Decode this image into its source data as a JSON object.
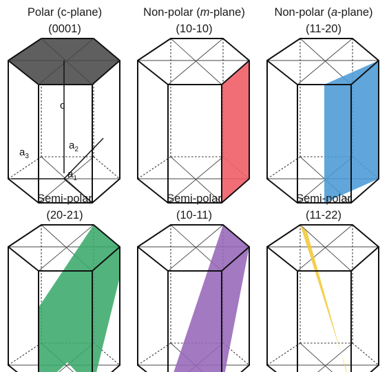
{
  "panels": [
    {
      "key": "c",
      "title_pre": "Polar (c-plane)",
      "title_ital": "",
      "title_post": "",
      "index": "(0001)",
      "color": "#5f5f5f"
    },
    {
      "key": "m",
      "title_pre": "Non-polar (",
      "title_ital": "m",
      "title_post": "-plane)",
      "index": "(10-10)",
      "color": "#ef5a63"
    },
    {
      "key": "a",
      "title_pre": "Non-polar (",
      "title_ital": "a",
      "title_post": "-plane)",
      "index": "(11-20)",
      "color": "#4a9ad6"
    },
    {
      "key": "s1",
      "title_pre": "Semi-polar",
      "title_ital": "",
      "title_post": "",
      "index": "(20-21)",
      "color": "#3aaa6a"
    },
    {
      "key": "s2",
      "title_pre": "Semi-polar",
      "title_ital": "",
      "title_post": "",
      "index": "(10-11)",
      "color": "#9667b8"
    },
    {
      "key": "s3",
      "title_pre": "Semi-polar",
      "title_ital": "",
      "title_post": "",
      "index": "(11-22)",
      "color": "#f2c838"
    }
  ],
  "axis_labels": {
    "c": "c",
    "a": "a",
    "a1_sub": "1",
    "a2_sub": "2",
    "a3_sub": "3"
  }
}
